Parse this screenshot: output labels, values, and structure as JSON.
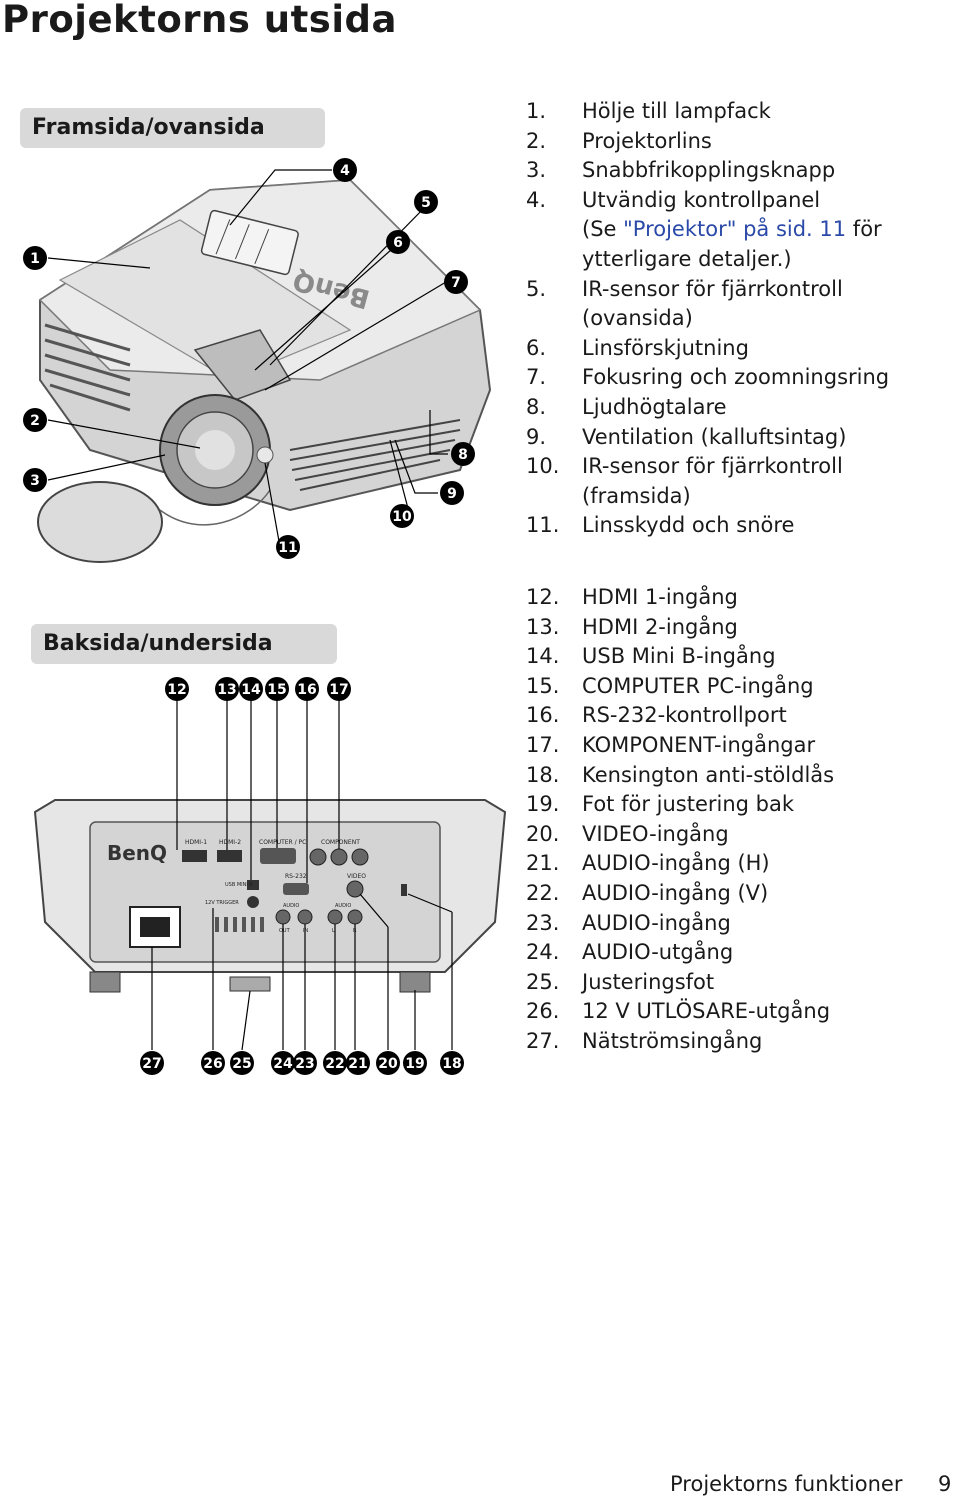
{
  "page": {
    "title": "Projektorns utsida",
    "footer_section": "Projektorns funktioner",
    "page_number": "9"
  },
  "front": {
    "label": "Framsida/ovansida",
    "items": [
      {
        "n": "1.",
        "text": "Hölje till lampfack"
      },
      {
        "n": "2.",
        "text": "Projektorlins"
      },
      {
        "n": "3.",
        "text": "Snabbfrikopplingsknapp"
      },
      {
        "n": "4.",
        "text": "Utvändig kontrollpanel",
        "pre": "(Se ",
        "link": "\"Projektor\" på sid. 11",
        "post": " för",
        "line3": "ytterligare detaljer.)"
      },
      {
        "n": "5.",
        "text": "IR-sensor för fjärrkontroll",
        "line2": "(ovansida)"
      },
      {
        "n": "6.",
        "text": "Linsförskjutning"
      },
      {
        "n": "7.",
        "text": "Fokusring och zoomningsring"
      },
      {
        "n": "8.",
        "text": "Ljudhögtalare"
      },
      {
        "n": "9.",
        "text": "Ventilation (kalluftsintag)"
      },
      {
        "n": "10.",
        "text": "IR-sensor för fjärrkontroll",
        "line2": "(framsida)"
      },
      {
        "n": "11.",
        "text": "Linsskydd och snöre"
      }
    ]
  },
  "rear": {
    "label": "Baksida/undersida",
    "items": [
      {
        "n": "12.",
        "text": "HDMI 1-ingång"
      },
      {
        "n": "13.",
        "text": "HDMI 2-ingång"
      },
      {
        "n": "14.",
        "text": "USB Mini B-ingång"
      },
      {
        "n": "15.",
        "text": "COMPUTER PC-ingång"
      },
      {
        "n": "16.",
        "text": "RS-232-kontrollport"
      },
      {
        "n": "17.",
        "text": "KOMPONENT-ingångar"
      },
      {
        "n": "18.",
        "text": "Kensington anti-stöldlås"
      },
      {
        "n": "19.",
        "text": "Fot för justering bak"
      },
      {
        "n": "20.",
        "text": "VIDEO-ingång"
      },
      {
        "n": "21.",
        "text": "AUDIO-ingång (H)"
      },
      {
        "n": "22.",
        "text": "AUDIO-ingång (V)"
      },
      {
        "n": "23.",
        "text": "AUDIO-ingång"
      },
      {
        "n": "24.",
        "text": "AUDIO-utgång"
      },
      {
        "n": "25.",
        "text": "Justeringsfot"
      },
      {
        "n": "26.",
        "text": "12 V UTLÖSARE-utgång"
      },
      {
        "n": "27.",
        "text": "Nätströmsingång"
      }
    ]
  },
  "illustration": {
    "brand": "BenQ",
    "front_badges": [
      "1",
      "2",
      "3",
      "4",
      "5",
      "6",
      "7",
      "8",
      "9",
      "10",
      "11"
    ],
    "rear_badges_top": [
      "12",
      "13",
      "14",
      "15",
      "16",
      "17"
    ],
    "rear_badges_bottom": [
      "27",
      "26",
      "25",
      "24",
      "23",
      "22",
      "21",
      "20",
      "19",
      "18"
    ],
    "port_labels": [
      "HDMI-1",
      "HDMI-2",
      "COMPUTER / PC",
      "COMPONENT",
      "RS-232",
      "VIDEO",
      "USB MINI-B",
      "12V TRIGGER",
      "AUDIO",
      "AUDIO",
      "OUT",
      "IN",
      "L",
      "R"
    ]
  }
}
